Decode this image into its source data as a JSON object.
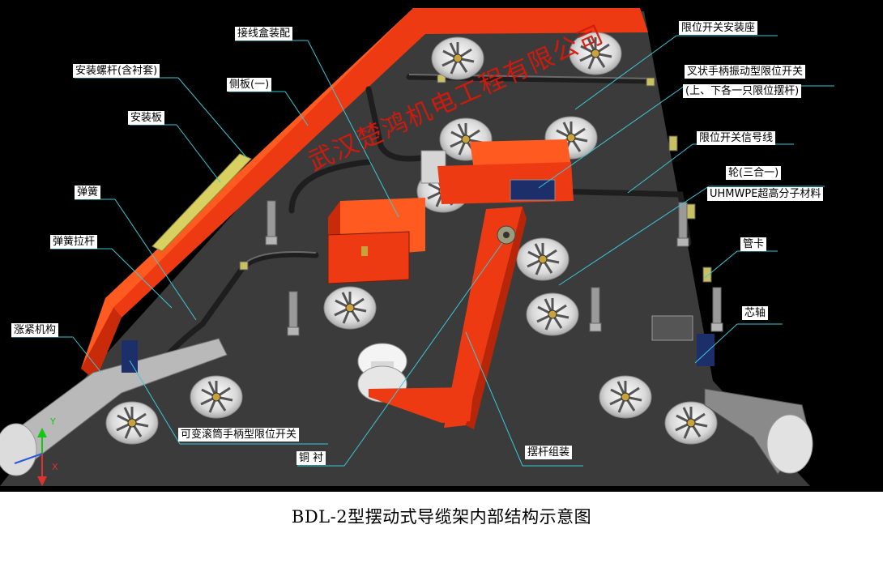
{
  "labels": {
    "junction_box": "接线盒装配",
    "mount_bolt": "安装螺杆(含衬套)",
    "side_plate": "侧板(一)",
    "mount_plate": "安装板",
    "spring": "弹簧",
    "spring_rod": "弹簧拉杆",
    "tension": "涨紧机构",
    "limit_switch_seat": "限位开关安装座",
    "fork_switch_line1": "叉状手柄振动型限位开关",
    "fork_switch_line2": "(上、下各一只限位摆杆)",
    "signal_wire": "限位开关信号线",
    "wheel_line1": "轮(三合一)",
    "wheel_line2": "UHMWPE超高分子材料",
    "pipe_clamp": "管卡",
    "core_shaft": "芯轴",
    "roller_switch": "可变滚筒手柄型限位开关",
    "copper_bush": "铜 衬",
    "swing_arm": "摆杆组装"
  },
  "watermark": "武汉楚鸿机电工程有限公司",
  "axes": {
    "x": "X",
    "y": "Y"
  },
  "caption": "BDL-2型摆动式导缆架内部结构示意图",
  "colors": {
    "frame": "#ee3a12",
    "plate": "#3c3c3c",
    "wheel": "#e8e8e8",
    "leader": "#39c8d8",
    "watermark": "#d41a0c"
  }
}
